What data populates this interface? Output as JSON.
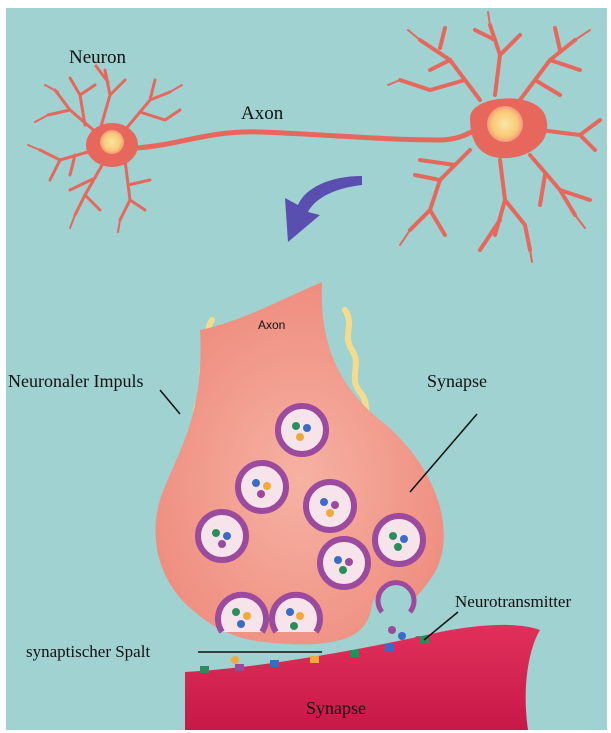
{
  "labels": {
    "neuron": "Neuron",
    "axon_top": "Axon",
    "axon_terminal": "Axon",
    "neuronaler_impuls": "Neuronaler Impuls",
    "synapse_upper": "Synapse",
    "neurotransmitter": "Neurotransmitter",
    "synaptischer_spalt": "synaptischer Spalt",
    "synapse_lower": "Synapse"
  },
  "colors": {
    "background": "#9fd2d0",
    "neuron": "#e8675c",
    "soma": "#f9c978",
    "terminal": "#f29a8c",
    "vesicle_ring": "#9b4a9d",
    "postsynaptic": "#d7204f",
    "arrow": "#5a4fb0",
    "impulse": "#f5dc8d"
  }
}
